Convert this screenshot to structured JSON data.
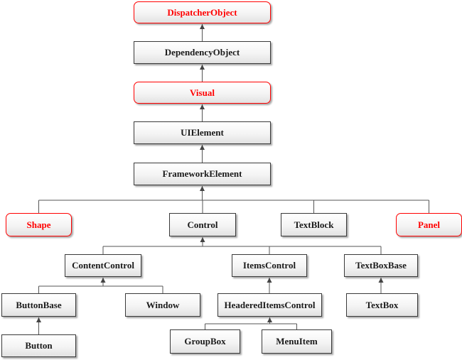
{
  "colors": {
    "highlight": "#ff0000",
    "box_border": "#3a3a3a",
    "line": "#555555"
  },
  "nodes": {
    "dispatcher_object": "DispatcherObject",
    "dependency_object": "DependencyObject",
    "visual": "Visual",
    "ui_element": "UIElement",
    "framework_element": "FrameworkElement",
    "shape": "Shape",
    "control": "Control",
    "text_block": "TextBlock",
    "panel": "Panel",
    "content_control": "ContentControl",
    "items_control": "ItemsControl",
    "text_box_base": "TextBoxBase",
    "button_base": "ButtonBase",
    "window": "Window",
    "headered_items_control": "HeaderedItemsControl",
    "text_box": "TextBox",
    "button": "Button",
    "group_box": "GroupBox",
    "menu_item": "MenuItem"
  },
  "highlighted": [
    "dispatcher_object",
    "visual",
    "shape",
    "panel"
  ],
  "inheritance": [
    {
      "child": "dependency_object",
      "parent": "dispatcher_object"
    },
    {
      "child": "visual",
      "parent": "dependency_object"
    },
    {
      "child": "ui_element",
      "parent": "visual"
    },
    {
      "child": "framework_element",
      "parent": "ui_element"
    },
    {
      "child": "shape",
      "parent": "framework_element"
    },
    {
      "child": "control",
      "parent": "framework_element"
    },
    {
      "child": "text_block",
      "parent": "framework_element"
    },
    {
      "child": "panel",
      "parent": "framework_element"
    },
    {
      "child": "content_control",
      "parent": "control"
    },
    {
      "child": "items_control",
      "parent": "control"
    },
    {
      "child": "text_box_base",
      "parent": "control"
    },
    {
      "child": "button_base",
      "parent": "content_control"
    },
    {
      "child": "window",
      "parent": "content_control"
    },
    {
      "child": "headered_items_control",
      "parent": "items_control"
    },
    {
      "child": "text_box",
      "parent": "text_box_base"
    },
    {
      "child": "button",
      "parent": "button_base"
    },
    {
      "child": "group_box",
      "parent": "headered_items_control"
    },
    {
      "child": "menu_item",
      "parent": "headered_items_control"
    }
  ]
}
